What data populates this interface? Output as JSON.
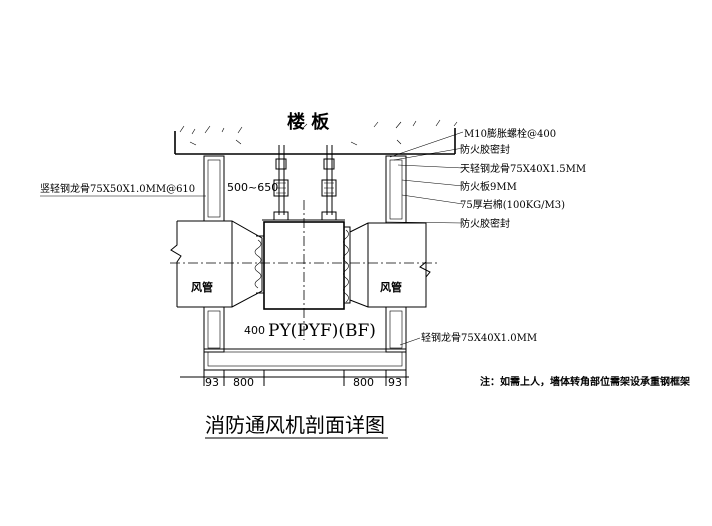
{
  "labels": {
    "slab": "楼 板",
    "bolt": "M10膨胀螺栓@400",
    "fire_seal_top": "防火胶密封",
    "ceiling_keel": "天轻钢龙骨75X40X1.5MM",
    "fire_board": "防火板9MM",
    "rock_wool": "75厚岩棉(100KG/M3)",
    "fire_seal_mid": "防火胶密封",
    "vertical_keel": "竖轻钢龙骨75X50X1.0MM@610",
    "duct_left": "风管",
    "duct_right": "风管",
    "fan_model": "PY(PYF)(BF)",
    "bottom_keel": "轻钢龙骨75X40X1.0MM",
    "note": "注：如需上人，墙体转角部位需架设承重钢框架",
    "title": "消防通风机剖面详图"
  },
  "dimensions": {
    "d_500_650": "500~650",
    "d_400": "400",
    "d_93_left": "93",
    "d_800_left": "800",
    "d_800_right": "800",
    "d_93_right": "93"
  }
}
